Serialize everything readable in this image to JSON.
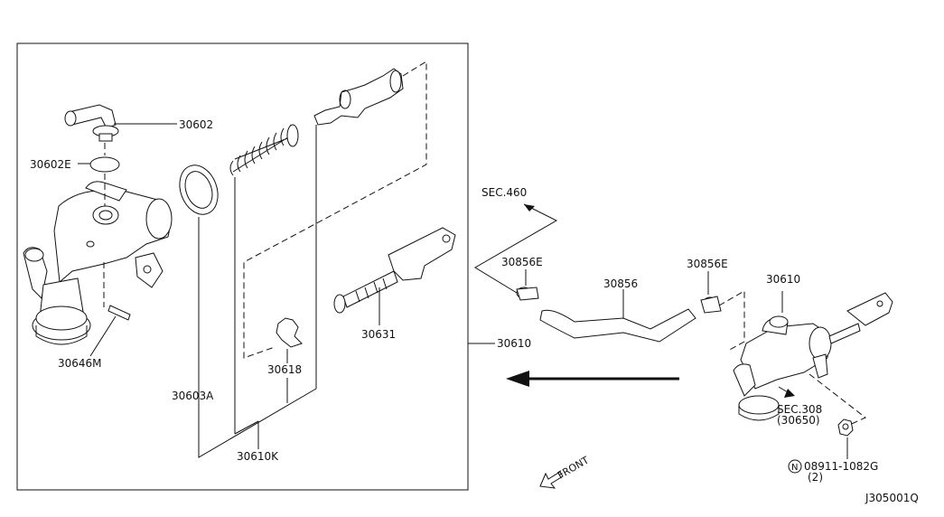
{
  "diagram": {
    "part_labels": {
      "p30602": "30602",
      "p30602E": "30602E",
      "p30646M": "30646M",
      "p30603A": "30603A",
      "p30610K": "30610K",
      "p30618": "30618",
      "p30631": "30631",
      "p30610_box": "30610",
      "p30856E_left": "30856E",
      "p30856": "30856",
      "p30856E_right": "30856E",
      "p30610_right": "30610",
      "p08911": "08911-1082G",
      "p08911_qty": "(2)",
      "nut_symbol": "N"
    },
    "section_refs": {
      "sec460": "SEC.460",
      "sec308": "SEC.308",
      "sec308_sub": "(30650)"
    },
    "front_label": "FRONT",
    "diagram_code": "J305001Q"
  }
}
